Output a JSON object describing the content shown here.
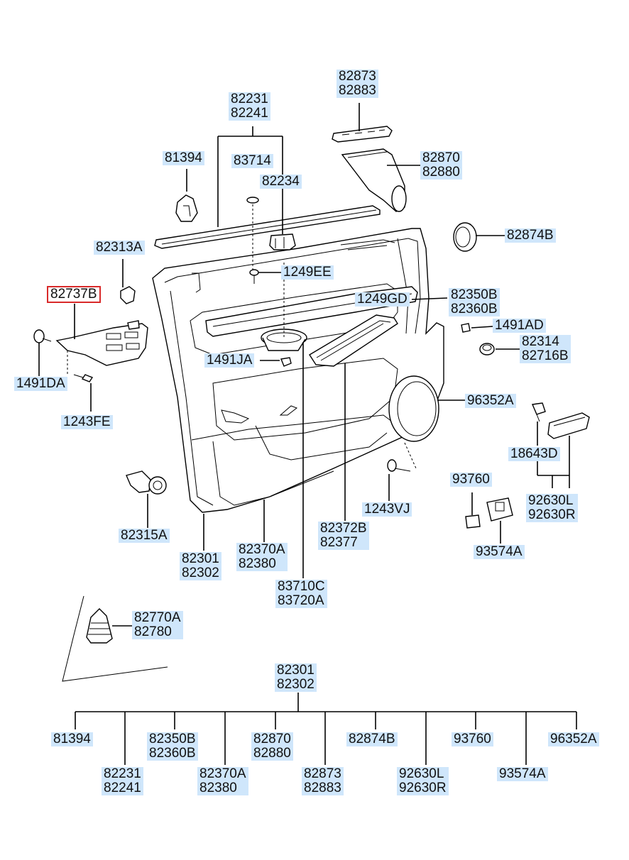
{
  "labels": [
    {
      "id": "l82873",
      "lines": [
        "82873",
        "82883"
      ],
      "highlight": false
    },
    {
      "id": "l82231",
      "lines": [
        "82231",
        "82241"
      ],
      "highlight": false
    },
    {
      "id": "l81394",
      "lines": [
        "81394"
      ],
      "highlight": false
    },
    {
      "id": "l83714",
      "lines": [
        "83714"
      ],
      "highlight": false
    },
    {
      "id": "l82234",
      "lines": [
        "82234"
      ],
      "highlight": false
    },
    {
      "id": "l82870",
      "lines": [
        "82870",
        "82880"
      ],
      "highlight": false
    },
    {
      "id": "l82874",
      "lines": [
        "82874B"
      ],
      "highlight": false
    },
    {
      "id": "l82313",
      "lines": [
        "82313A"
      ],
      "highlight": false
    },
    {
      "id": "l1249EE",
      "lines": [
        "1249EE"
      ],
      "highlight": false
    },
    {
      "id": "l82737",
      "lines": [
        "82737B"
      ],
      "highlight": true
    },
    {
      "id": "l1249GD",
      "lines": [
        "1249GD"
      ],
      "highlight": false
    },
    {
      "id": "l82350",
      "lines": [
        "82350B",
        "82360B"
      ],
      "highlight": false
    },
    {
      "id": "l1491AD",
      "lines": [
        "1491AD"
      ],
      "highlight": false
    },
    {
      "id": "l82314",
      "lines": [
        "82314",
        "82716B"
      ],
      "highlight": false
    },
    {
      "id": "l1491JA",
      "lines": [
        "1491JA"
      ],
      "highlight": false
    },
    {
      "id": "l1491DA",
      "lines": [
        "1491DA"
      ],
      "highlight": false
    },
    {
      "id": "l96352",
      "lines": [
        "96352A"
      ],
      "highlight": false
    },
    {
      "id": "l1243FE",
      "lines": [
        "1243FE"
      ],
      "highlight": false
    },
    {
      "id": "l18643",
      "lines": [
        "18643D"
      ],
      "highlight": false
    },
    {
      "id": "l93760",
      "lines": [
        "93760"
      ],
      "highlight": false
    },
    {
      "id": "l92630",
      "lines": [
        "92630L",
        "92630R"
      ],
      "highlight": false
    },
    {
      "id": "l1243VJ",
      "lines": [
        "1243VJ"
      ],
      "highlight": false
    },
    {
      "id": "l82372",
      "lines": [
        "82372B",
        "82377"
      ],
      "highlight": false
    },
    {
      "id": "l82315",
      "lines": [
        "82315A"
      ],
      "highlight": false
    },
    {
      "id": "l82301a",
      "lines": [
        "82301",
        "82302"
      ],
      "highlight": false
    },
    {
      "id": "l82370a",
      "lines": [
        "82370A",
        "82380"
      ],
      "highlight": false
    },
    {
      "id": "l93574",
      "lines": [
        "93574A"
      ],
      "highlight": false
    },
    {
      "id": "l83710",
      "lines": [
        "83710C",
        "83720A"
      ],
      "highlight": false
    },
    {
      "id": "l82770",
      "lines": [
        "82770A",
        "82780"
      ],
      "highlight": false
    },
    {
      "id": "l82301b",
      "lines": [
        "82301",
        "82302"
      ],
      "highlight": false
    },
    {
      "id": "t81394",
      "lines": [
        "81394"
      ],
      "highlight": false
    },
    {
      "id": "t82350",
      "lines": [
        "82350B",
        "82360B"
      ],
      "highlight": false
    },
    {
      "id": "t82870",
      "lines": [
        "82870",
        "82880"
      ],
      "highlight": false
    },
    {
      "id": "t82874",
      "lines": [
        "82874B"
      ],
      "highlight": false
    },
    {
      "id": "t93760",
      "lines": [
        "93760"
      ],
      "highlight": false
    },
    {
      "id": "t96352",
      "lines": [
        "96352A"
      ],
      "highlight": false
    },
    {
      "id": "t82231",
      "lines": [
        "82231",
        "82241"
      ],
      "highlight": false
    },
    {
      "id": "t82370",
      "lines": [
        "82370A",
        "82380"
      ],
      "highlight": false
    },
    {
      "id": "t82873",
      "lines": [
        "82873",
        "82883"
      ],
      "highlight": false
    },
    {
      "id": "t92630",
      "lines": [
        "92630L",
        "92630R"
      ],
      "highlight": false
    },
    {
      "id": "t93574",
      "lines": [
        "93574A"
      ],
      "highlight": false
    }
  ]
}
